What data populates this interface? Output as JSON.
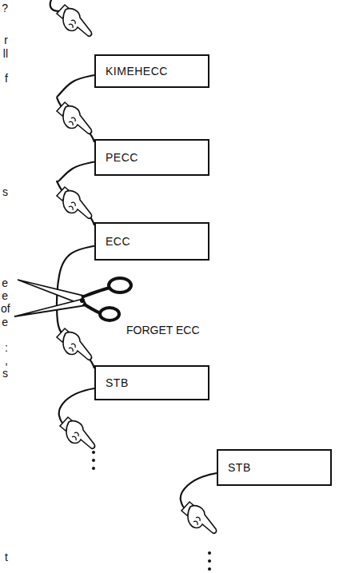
{
  "diagram": {
    "nodes": [
      {
        "text": [
          "KIMEHECC"
        ]
      },
      {
        "text": [
          "PECC"
        ]
      },
      {
        "text": [
          "ECC"
        ]
      },
      {
        "text": [
          "STB"
        ]
      },
      {
        "text": [
          "STB"
        ]
      }
    ],
    "edges": [
      {
        "from": 0,
        "to": 1,
        "arrow": "to"
      },
      {
        "from": 1,
        "to": 2,
        "arrow": "to"
      },
      {
        "from": 2,
        "to": 3,
        "arrow": "to"
      }
    ],
    "labels": [
      "?",
      "r",
      "ll",
      "f",
      "s",
      "e",
      "e",
      "of",
      "e",
      "FORGET ECC",
      ":",
      ",",
      "s",
      "t"
    ]
  }
}
